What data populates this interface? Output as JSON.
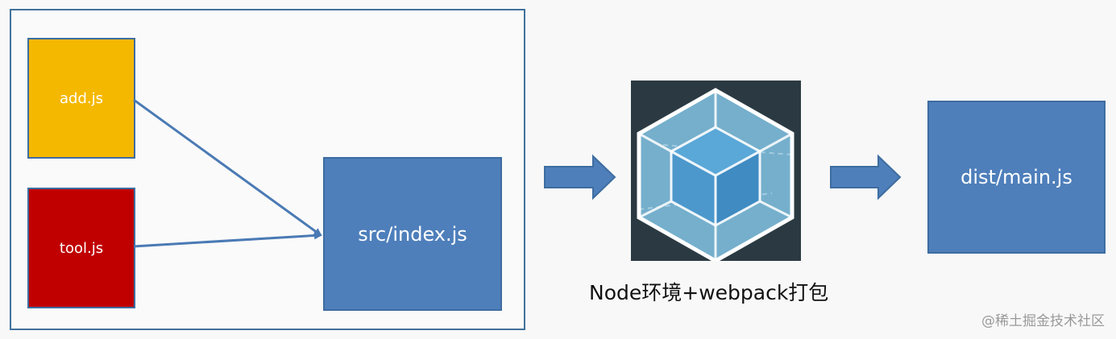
{
  "boxes": {
    "add": "add.js",
    "tool": "tool.js",
    "index": "src/index.js",
    "dist": "dist/main.js"
  },
  "caption": "Node环境+webpack打包",
  "watermark": "@稀土掘金技术社区",
  "logo": {
    "icon": "webpack-cube-icon"
  },
  "colors": {
    "add_box": "#f5b800",
    "tool_box": "#c00000",
    "module_box": "#4e7fbb",
    "border": "#41719c",
    "arrow": "#4e7fbb",
    "logo_bg": "#2b3a42"
  }
}
